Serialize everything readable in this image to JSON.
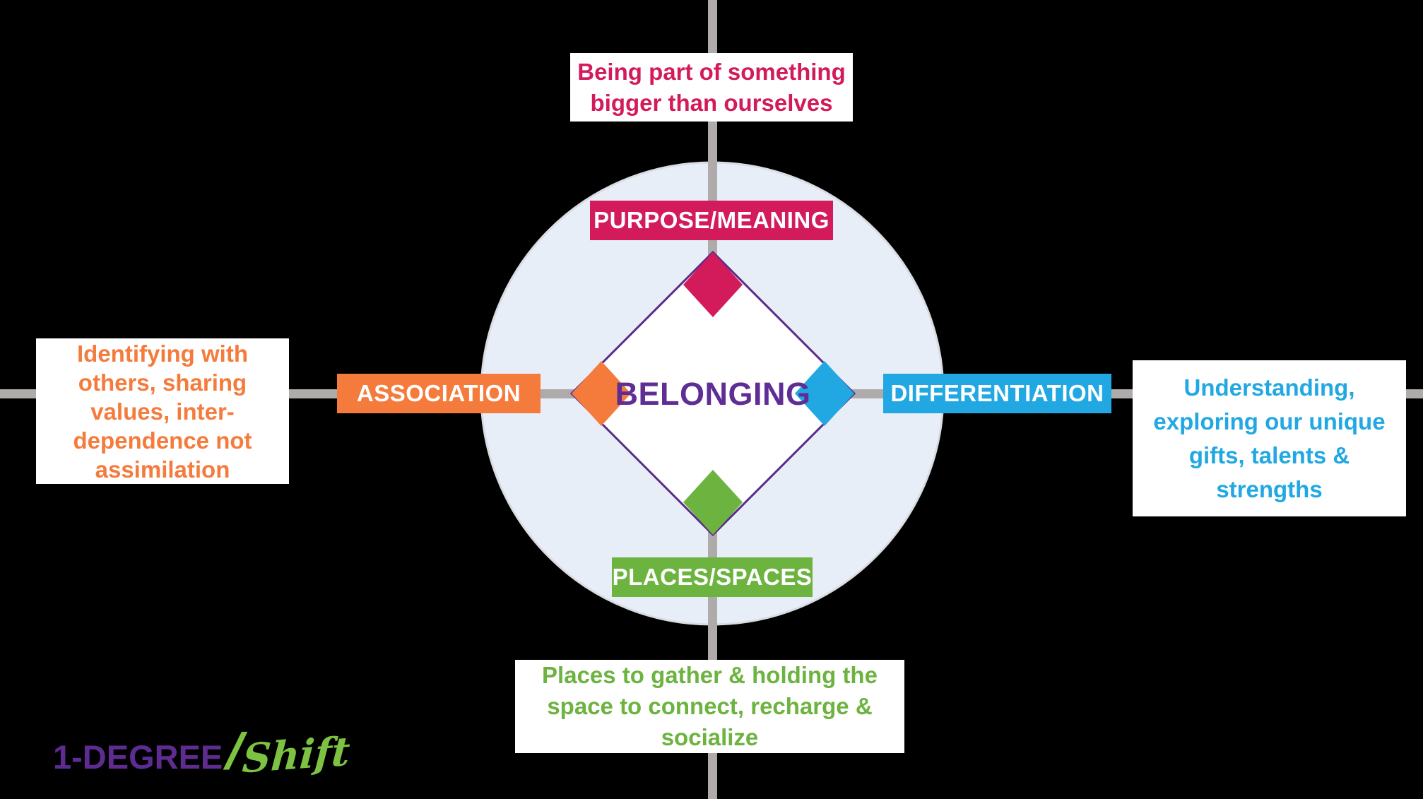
{
  "diagram": {
    "center": {
      "label": "BELONGING",
      "color": "#5F2D94"
    },
    "quadrants": {
      "top": {
        "label": "PURPOSE/MEANING",
        "color": "#D31A5B",
        "note_lines": [
          "Being part of something",
          "bigger than ourselves"
        ]
      },
      "right": {
        "label": "DIFFERENTIATION",
        "color": "#21A8E2",
        "note_lines": [
          "Understanding,",
          "exploring our unique",
          "gifts, talents &",
          "strengths"
        ]
      },
      "bottom": {
        "label": "PLACES/SPACES",
        "color": "#6CB33F",
        "note_lines": [
          "Places to gather & holding the",
          "space to connect, recharge &",
          "socialize"
        ]
      },
      "left": {
        "label": "ASSOCIATION",
        "color": "#F57B3D",
        "note_lines": [
          "Identifying with",
          "others, sharing",
          "values, inter-",
          "dependence not",
          "assimilation"
        ]
      }
    },
    "colors": {
      "background": "#000000",
      "axis_line": "#AFABAB",
      "circle_fill": "#E8EEF8",
      "circle_border": "#D9DCE0",
      "diamond_fill": "#FFFFFF",
      "diamond_border": "#5B2C87"
    }
  },
  "logo": {
    "brand": "1-DEGREE",
    "slash": "/",
    "script": "Shift",
    "brand_color": "#5E2C90",
    "script_color": "#7DC242"
  }
}
